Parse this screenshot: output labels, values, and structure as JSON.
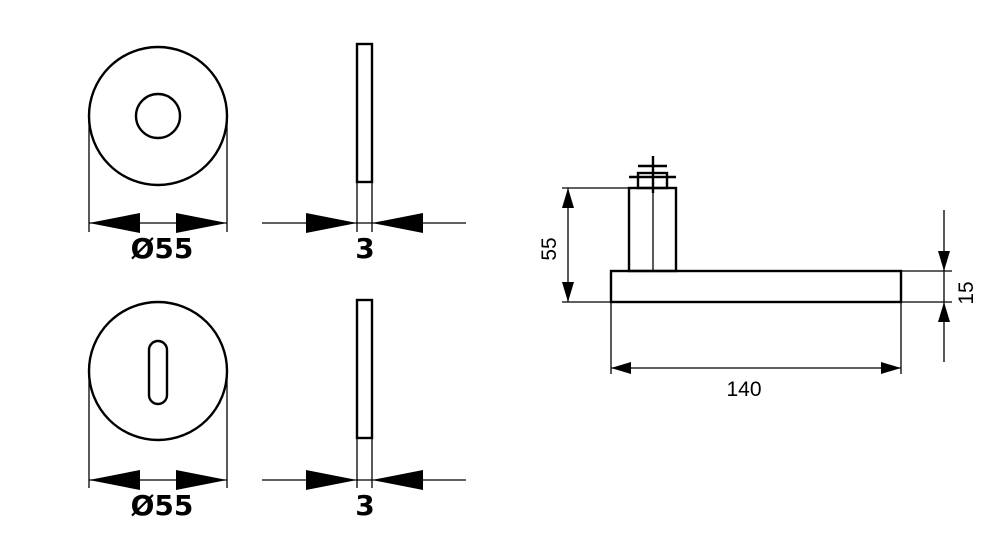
{
  "rosettes": {
    "round": {
      "diameter_label": "Ø55",
      "thickness_label": "3"
    },
    "keyhole": {
      "diameter_label": "Ø55",
      "thickness_label": "3"
    }
  },
  "handle": {
    "height_label": "55",
    "length_label": "140",
    "thickness_label": "15"
  },
  "colors": {
    "line": "#000000",
    "background": "#ffffff"
  }
}
